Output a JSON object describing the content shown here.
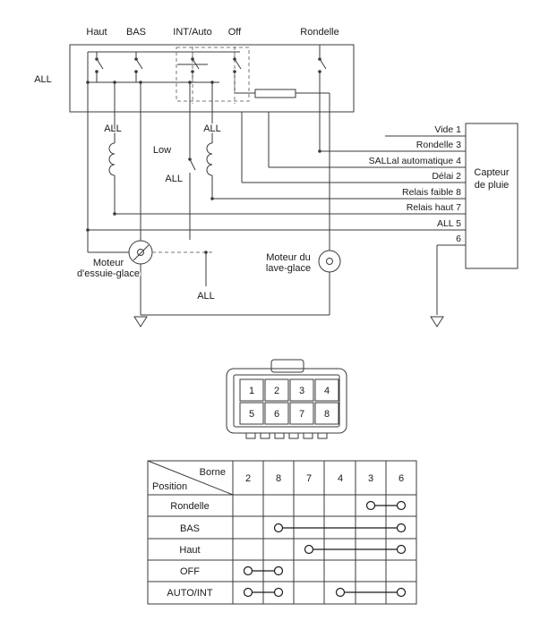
{
  "schematic": {
    "switch_positions": {
      "haut": "Haut",
      "bas": "BAS",
      "int_auto": "INT/Auto",
      "off": "Off",
      "rondelle": "Rondelle"
    },
    "labels": {
      "all_left": "ALL",
      "all_coil_left": "ALL",
      "low": "Low",
      "all_coil_right": "ALL",
      "all_mid": "ALL",
      "all_bottom": "ALL"
    },
    "pins": [
      "Vide 1",
      "Rondelle 3",
      "SALLal automatique 4",
      "Délai 2",
      "Relais faible 8",
      "Relais haut 7",
      "ALL 5",
      "6"
    ],
    "rain_sensor": {
      "line1": "Capteur",
      "line2": "de pluie"
    },
    "wiper_motor": {
      "line1": "Moteur",
      "line2": "d'essuie-glace"
    },
    "washer_motor": {
      "line1": "Moteur du",
      "line2": "lave-glace"
    }
  },
  "connector": {
    "cavities": [
      "1",
      "2",
      "3",
      "4",
      "5",
      "6",
      "7",
      "8"
    ]
  },
  "table": {
    "corner": {
      "top": "Borne",
      "bottom": "Position"
    },
    "columns": [
      "2",
      "8",
      "7",
      "4",
      "3",
      "6"
    ],
    "rows": [
      {
        "label": "Rondelle",
        "connections": [
          [
            "3",
            "6"
          ]
        ]
      },
      {
        "label": "BAS",
        "connections": [
          [
            "8",
            "6"
          ]
        ]
      },
      {
        "label": "Haut",
        "connections": [
          [
            "7",
            "6"
          ]
        ]
      },
      {
        "label": "OFF",
        "connections": [
          [
            "2",
            "8"
          ]
        ]
      },
      {
        "label": "AUTO/INT",
        "connections": [
          [
            "2",
            "8"
          ],
          [
            "4",
            "6"
          ]
        ]
      }
    ]
  }
}
